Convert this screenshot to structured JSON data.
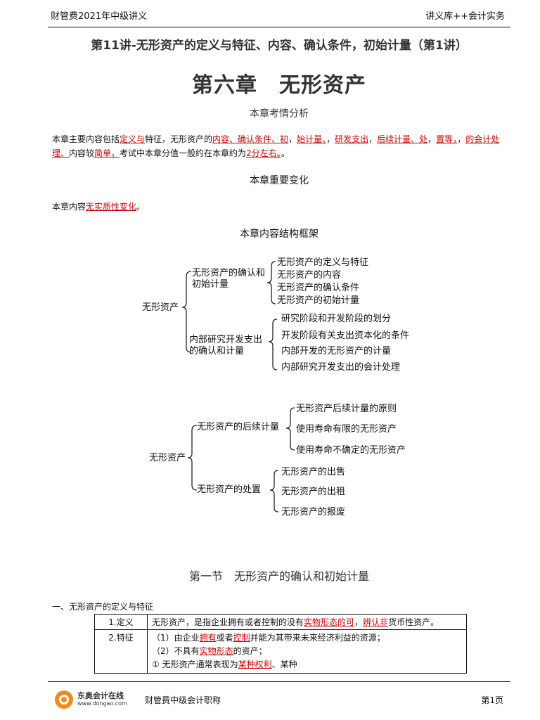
{
  "header": {
    "left": "财管费2021年中级讲义",
    "right": "讲义库++会计实务"
  },
  "chapter": {
    "title": "第11讲-无形资产的定义与特征、内容、确认条件，初始计量（第1讲）",
    "name": "第六章　无形资产",
    "intro_heading": "本章考情分析",
    "intro_parts": [
      {
        "t": "本章主要内容包括"
      },
      {
        "t": "定义与",
        "u": true
      },
      {
        "t": "特征，无形资产的"
      },
      {
        "t": "内容、确认条件、初",
        "u": true
      },
      {
        "t": "，"
      },
      {
        "t": "始计量、",
        "u": true
      },
      {
        "t": "，"
      },
      {
        "t": "研发支出",
        "u": true
      },
      {
        "t": "，"
      },
      {
        "t": "后续计量、处",
        "u": true
      },
      {
        "t": "，"
      },
      {
        "t": "置等，",
        "u": true
      },
      {
        "t": "，"
      },
      {
        "t": "的会计处理、",
        "u": true
      },
      {
        "t": "内容较"
      },
      {
        "t": "简单，",
        "u": true
      },
      {
        "t": "考试中本章分值一般约在本章约为"
      },
      {
        "t": "2分左",
        "u": true
      },
      {
        "t": "右。",
        "u": true
      },
      {
        "t": "。"
      }
    ],
    "change_heading": "本章重要变化",
    "change_parts": [
      {
        "t": "本章内容"
      },
      {
        "t": "无实质性变化",
        "u": true
      },
      {
        "t": "。"
      }
    ],
    "framework_heading": "本章内容结构框架",
    "mindmap1": {
      "root": "无形资产",
      "branches": [
        {
          "label": [
            "无形资产的确认和",
            "初始计量"
          ],
          "leaves": [
            "无形资产的定义与特征",
            "无形资产的内容",
            "无形资产的确认条件",
            "无形资产的初始计量"
          ]
        },
        {
          "label": [
            "内部研究开发支出",
            "的确认和计量"
          ],
          "leaves": [
            "研究阶段和开发阶段的划分",
            "开发阶段有关支出资本化的条件",
            "内部开发的无形资产的计量",
            "内部研究开发支出的会计处理"
          ]
        }
      ]
    },
    "mindmap2": {
      "root": "无形资产",
      "branches": [
        {
          "label": [
            "无形资产的后续计量"
          ],
          "leaves": [
            "无形资产后续计量的原则",
            "使用寿命有限的无形资产",
            "使用寿命不确定的无形资产"
          ]
        },
        {
          "label": [
            "无形资产的处置"
          ],
          "leaves": [
            "无形资产的出售",
            "无形资产的出租",
            "无形资产的报废"
          ]
        }
      ]
    },
    "section_title": "第一节　无形资产的确认和初始计量",
    "section_sub": "一、无形资产的定义与特征"
  },
  "table": {
    "rows": [
      {
        "key": "1.定义",
        "lines": [
          [
            {
              "t": "无形资产，是指企业拥有或者控制的没有"
            },
            {
              "t": "实物形态的可",
              "u": true
            },
            {
              "t": "，"
            },
            {
              "t": "辨认非",
              "u": true
            },
            {
              "t": "货币性资产。"
            }
          ]
        ]
      },
      {
        "key": "2.特征",
        "lines": [
          [
            {
              "t": "（1）由企业"
            },
            {
              "t": "拥有",
              "u": true
            },
            {
              "t": "或者"
            },
            {
              "t": "控制",
              "u": true
            },
            {
              "t": "并能为其带来未来经济利益的资源；"
            }
          ],
          [
            {
              "t": "（2）不具有"
            },
            {
              "t": "实物形态",
              "u": true
            },
            {
              "t": "的资产；"
            }
          ],
          [
            {
              "t": "① 无形资产通常表现为"
            },
            {
              "t": "某种权利",
              "u": true
            },
            {
              "t": "、某种"
            }
          ]
        ]
      }
    ]
  },
  "footer": {
    "brand": "东奥会计在线",
    "site": "www.dongao.com",
    "middle": "财管费中级会计职称",
    "page": "第1页"
  },
  "colors": {
    "accent": "#cc0000",
    "logo": "#f08a1c"
  }
}
